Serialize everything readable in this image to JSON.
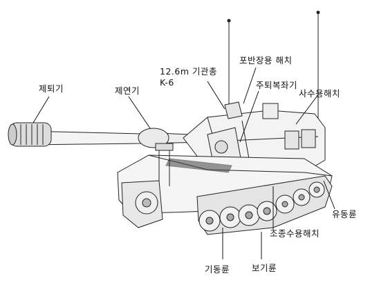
{
  "diagram": {
    "labels": {
      "muzzle_brake": "제퇴기",
      "fume_extractor": "제연기",
      "mg_line1": "12.6m  기관총",
      "mg_line2": "K-6",
      "loader_hatch": "포반장용  해치",
      "recoil_recuperator": "주퇴복좌기",
      "gunner_hatch": "사수용해치",
      "idler_wheel": "유동륜",
      "driver_hatch": "조종수용해치",
      "drive_sprocket": "기동륜",
      "road_wheel": "보기륜"
    }
  }
}
